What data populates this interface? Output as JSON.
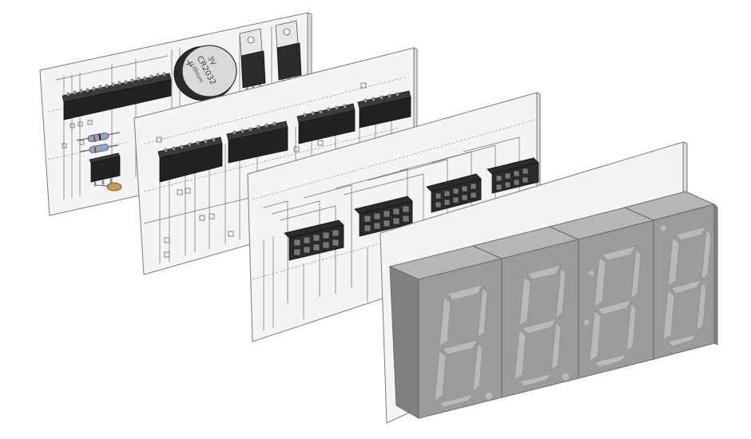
{
  "battery": {
    "line1": "3V",
    "line2": "CR2032",
    "line3": "Lithium",
    "plus": "+"
  },
  "display": {
    "digit_count": 4,
    "colon": true
  }
}
